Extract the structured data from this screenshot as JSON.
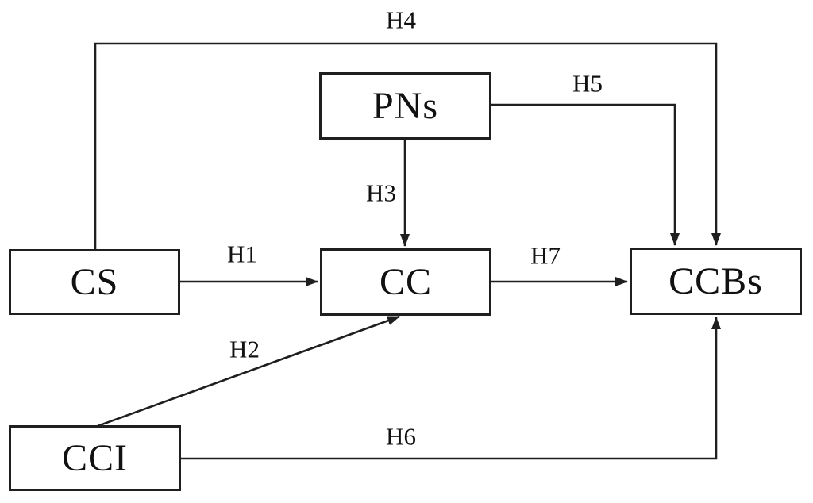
{
  "diagram": {
    "type": "path-model",
    "background_color": "#ffffff",
    "line_color": "#1f1f1f",
    "text_color": "#111111",
    "nodes": [
      {
        "id": "cs",
        "label": "CS"
      },
      {
        "id": "cci",
        "label": "CCI"
      },
      {
        "id": "pns",
        "label": "PNs"
      },
      {
        "id": "cc",
        "label": "CC"
      },
      {
        "id": "ccbs",
        "label": "CCBs"
      }
    ],
    "edges": [
      {
        "id": "h1",
        "label": "H1",
        "from": "CS",
        "to": "CC"
      },
      {
        "id": "h2",
        "label": "H2",
        "from": "CCI",
        "to": "CC"
      },
      {
        "id": "h3",
        "label": "H3",
        "from": "PNs",
        "to": "CC"
      },
      {
        "id": "h4",
        "label": "H4",
        "from": "CS",
        "to": "CCBs"
      },
      {
        "id": "h5",
        "label": "H5",
        "from": "PNs",
        "to": "CCBs"
      },
      {
        "id": "h6",
        "label": "H6",
        "from": "CCI",
        "to": "CCBs"
      },
      {
        "id": "h7",
        "label": "H7",
        "from": "CC",
        "to": "CCBs"
      }
    ]
  }
}
